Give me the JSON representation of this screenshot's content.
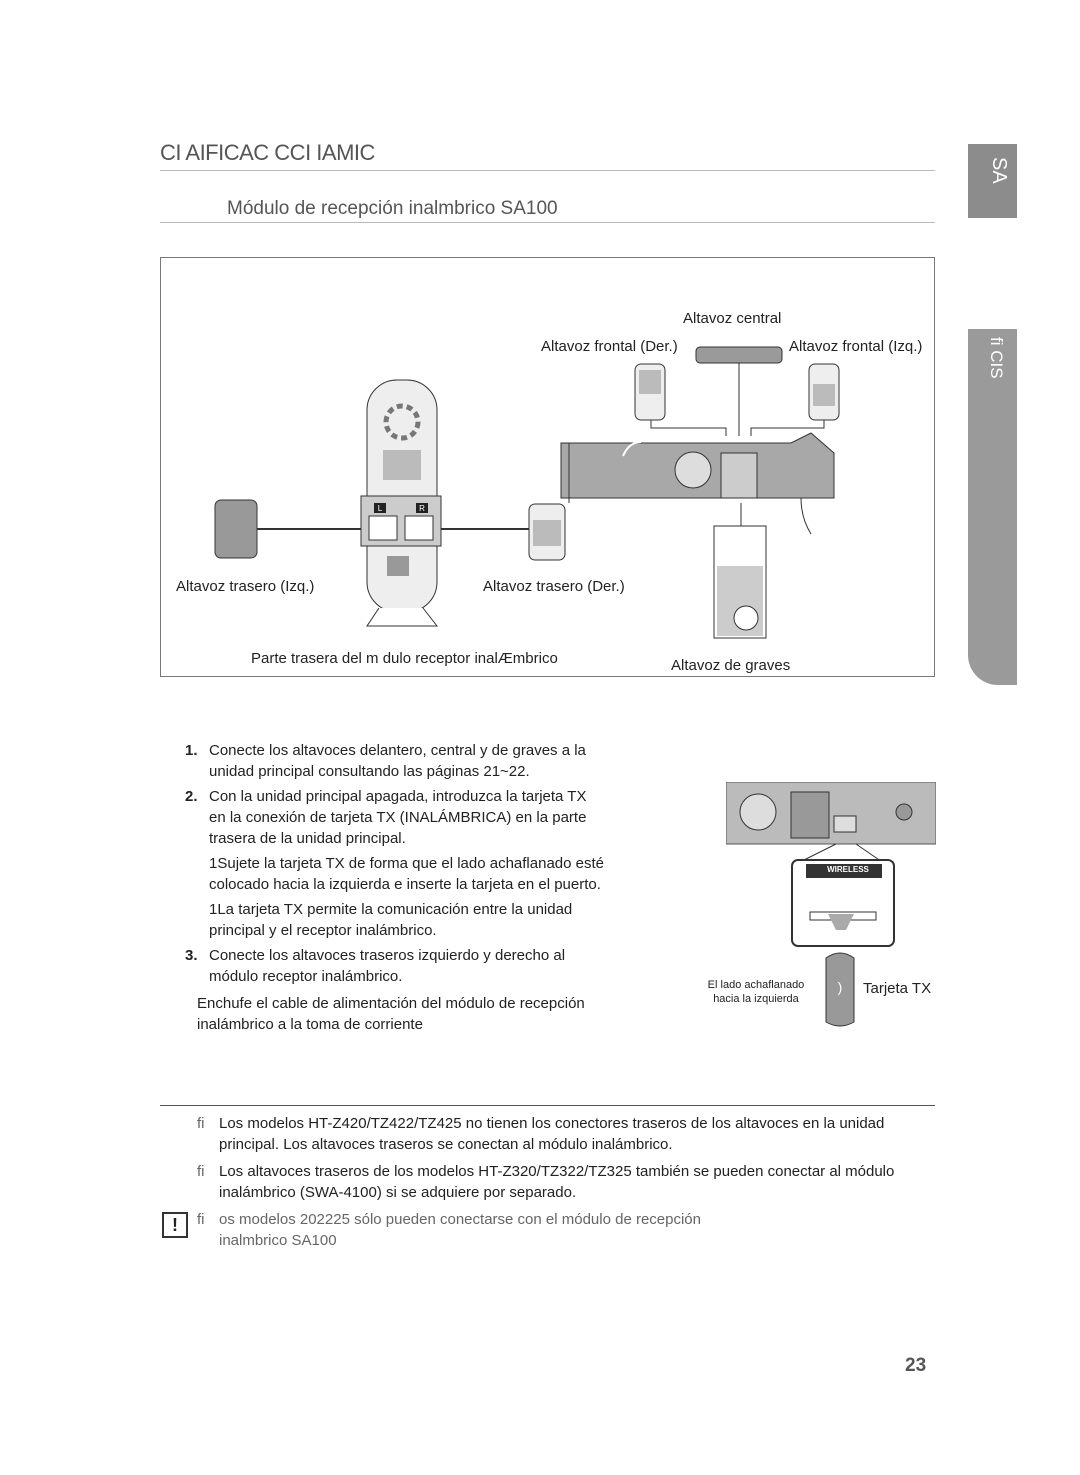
{
  "header": {
    "section_title": "CI AIFICAC CCI IAMIC",
    "sub_title": "Módulo de recepción inalmbrico SA100"
  },
  "side_tabs": {
    "tab1": "SA",
    "tab2": "fi CIS"
  },
  "figure": {
    "center_speaker": "Altavoz central",
    "front_right": "Altavoz frontal (Der.)",
    "front_left": "Altavoz frontal (Izq.)",
    "rear_left": "Altavoz trasero (Izq.)",
    "rear_right": "Altavoz trasero (Der.)",
    "module_caption": "Parte trasera del m dulo receptor inalÆmbrico",
    "subwoofer": "Altavoz de graves",
    "port_l": "L",
    "port_r": "R"
  },
  "steps": [
    {
      "num": "1.",
      "text": "Conecte los altavoces delantero, central y de graves a la unidad principal consultando las páginas 21~22."
    },
    {
      "num": "2.",
      "text": "Con la unidad principal apagada, introduzca la tarjeta TX en la  conexión de tarjeta TX (INALÁMBRICA) en la parte trasera de la unidad principal."
    },
    {
      "num": "3.",
      "text": "Conecte los altavoces traseros izquierdo y derecho al módulo receptor inalámbrico."
    }
  ],
  "substeps": [
    "1Sujete la tarjeta TX de forma que el lado achaflanado esté colocado hacia la izquierda e inserte la tarjeta en el puerto.",
    "1La tarjeta TX permite la comunicación entre la unidad principal y el receptor inalámbrico."
  ],
  "plug_text": "Enchufe el cable de alimentación del módulo de recepción inalámbrico a la toma de corriente",
  "card_figure": {
    "wireless_label": "WIRELESS",
    "chamfer_label": "El lado achaflanado hacia la izquierda",
    "card_label": "Tarjeta TX"
  },
  "notes": [
    {
      "mark": "fi",
      "text": "Los modelos HT-Z420/TZ422/TZ425 no tienen los conectores traseros de los altavoces en la unidad principal. Los altavoces traseros se conectan al módulo inalámbrico."
    },
    {
      "mark": "fi",
      "text": "Los altavoces traseros de los modelos HT-Z320/TZ322/TZ325 también se pueden conectar al módulo inalámbrico (SWA-4100) si se adquiere por separado."
    },
    {
      "mark": "fi",
      "text": "os modelos 202225 sólo pueden conectarse con el módulo de recepción inalmbrico SA100"
    }
  ],
  "warning_icon": "!",
  "page_number": "23"
}
